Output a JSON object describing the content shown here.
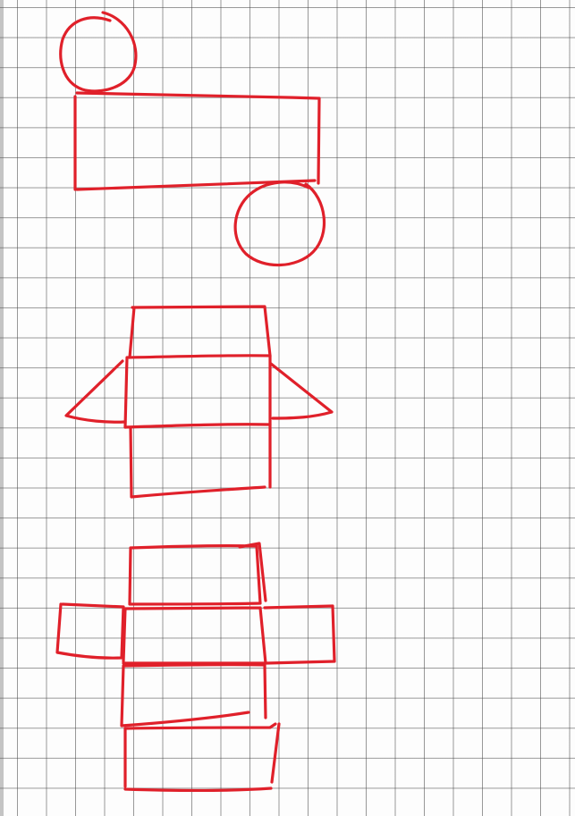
{
  "sheet": {
    "kind": "graph paper",
    "grid_color": "#6b6b6b",
    "ink_color": "#e0202a"
  },
  "sketches": [
    {
      "name": "cylinder-net",
      "parts": [
        "top-circle",
        "body-rectangle",
        "bottom-circle"
      ]
    },
    {
      "name": "triangular-prism-net",
      "parts": [
        "rectangle-1",
        "rectangle-2",
        "rectangle-3",
        "left-triangle",
        "right-triangle"
      ]
    },
    {
      "name": "cuboid-net",
      "parts": [
        "top-face",
        "left-face",
        "front-face",
        "right-face",
        "bottom-face",
        "back-face"
      ]
    }
  ]
}
